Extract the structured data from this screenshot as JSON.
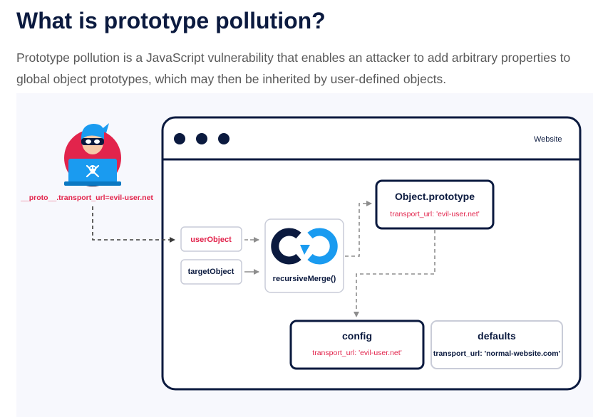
{
  "article": {
    "title": "What is prototype pollution?",
    "intro_line1": "Prototype pollution is a JavaScript vulnerability that enables an attacker to add arbitrary properties to",
    "intro_line2": "global object prototypes, which may then be inherited by user-defined objects."
  },
  "diagram": {
    "attacker_payload": "__proto__.transport_url=evil-user.net",
    "website_label": "Website",
    "user_object": "userObject",
    "target_object": "targetObject",
    "merge_function": "recursiveMerge()",
    "object_prototype": {
      "title": "Object.prototype",
      "value": "transport_url: 'evil-user.net'"
    },
    "config": {
      "title": "config",
      "value": "transport_url: 'evil-user.net'"
    },
    "defaults": {
      "title": "defaults",
      "value": "transport_url: 'normal-website.com'"
    },
    "icons": [
      "hacker-avatar-icon",
      "skull-crossbones-icon",
      "sync-icon"
    ],
    "colors": {
      "navy": "#0b1a3f",
      "red": "#e2244c",
      "blue": "#1a9bf0",
      "background": "#f7f8fd"
    }
  }
}
